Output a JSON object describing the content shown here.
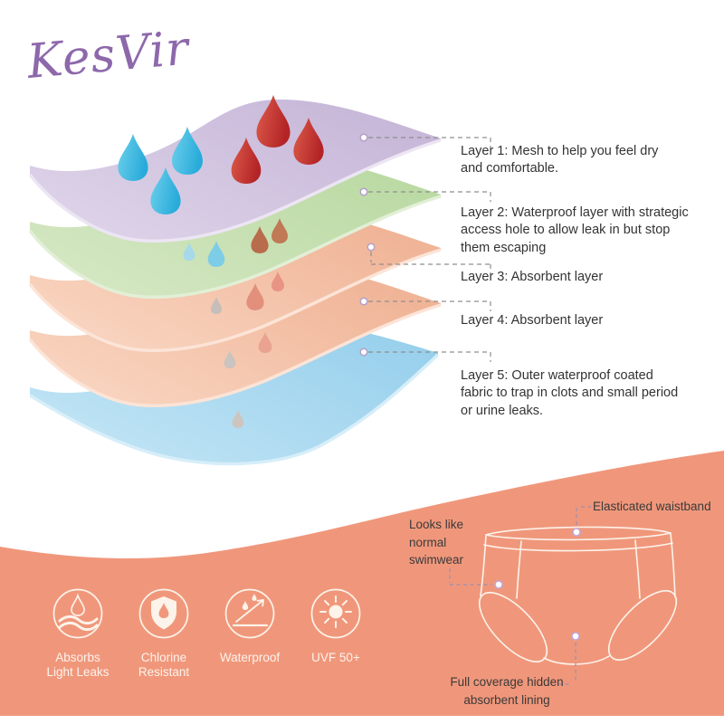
{
  "brand": {
    "logo_text": "KesVir"
  },
  "diagram": {
    "layers": [
      {
        "name": "Layer 1",
        "label": "Layer 1: Mesh to help you feel dry\nand comfortable.",
        "color": "#cbbcdc"
      },
      {
        "name": "Layer 2",
        "label": "Layer 2:  Waterproof layer with strategic\naccess hole to allow leak in but stop\nthem escaping",
        "color": "#c3dcae"
      },
      {
        "name": "Layer 3",
        "label": "Layer 3: Absorbent layer",
        "color": "#f4c3a9"
      },
      {
        "name": "Layer 4",
        "label": "Layer 4: Absorbent layer",
        "color": "#f4c3a9"
      },
      {
        "name": "Layer 5",
        "label": "Layer 5: Outer waterproof coated\nfabric to trap in clots and small period\nor urine leaks.",
        "color": "#a5d7ef"
      }
    ],
    "droplet_colors": {
      "water_drop": "#3dbde4",
      "blood_drop": "#c93a3c"
    }
  },
  "features": [
    {
      "icon": "absorb-droplet-layers-icon",
      "label": "Absorbs\nLight Leaks"
    },
    {
      "icon": "shield-droplet-icon",
      "label": "Chlorine\nResistant"
    },
    {
      "icon": "water-repel-icon",
      "label": "Waterproof"
    },
    {
      "icon": "sun-icon",
      "label": "UVF 50+"
    }
  ],
  "product": {
    "callouts": [
      {
        "label": "Elasticated waistband"
      },
      {
        "label": "Looks like\nnormal\nswimwear"
      },
      {
        "label": "Full coverage hidden\nabsorbent lining"
      }
    ]
  },
  "colors": {
    "accent_salmon": "#f0977b",
    "logo_purple": "#8d68ab",
    "text_dark": "#333333",
    "text_light": "#fdf3ec"
  }
}
